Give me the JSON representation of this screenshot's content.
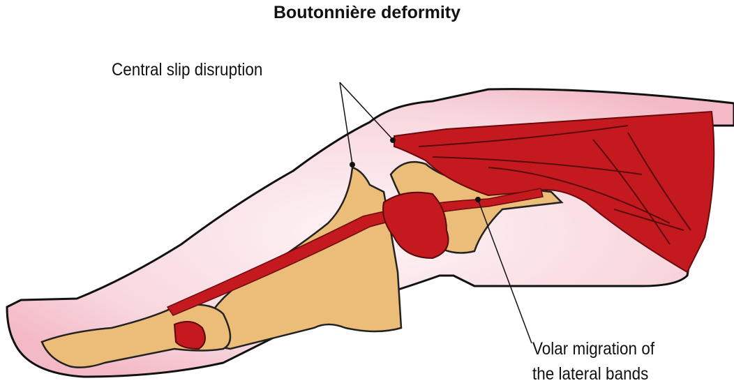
{
  "title": "Boutonnière deformity",
  "labels": {
    "central_slip": "Central slip disruption",
    "volar_line1": "Volar migration of",
    "volar_line2": "the lateral bands"
  },
  "colors": {
    "skin": "#f6c9d3",
    "bone": "#ebbd78",
    "tendon": "#c41a1f",
    "outline": "#111111"
  }
}
